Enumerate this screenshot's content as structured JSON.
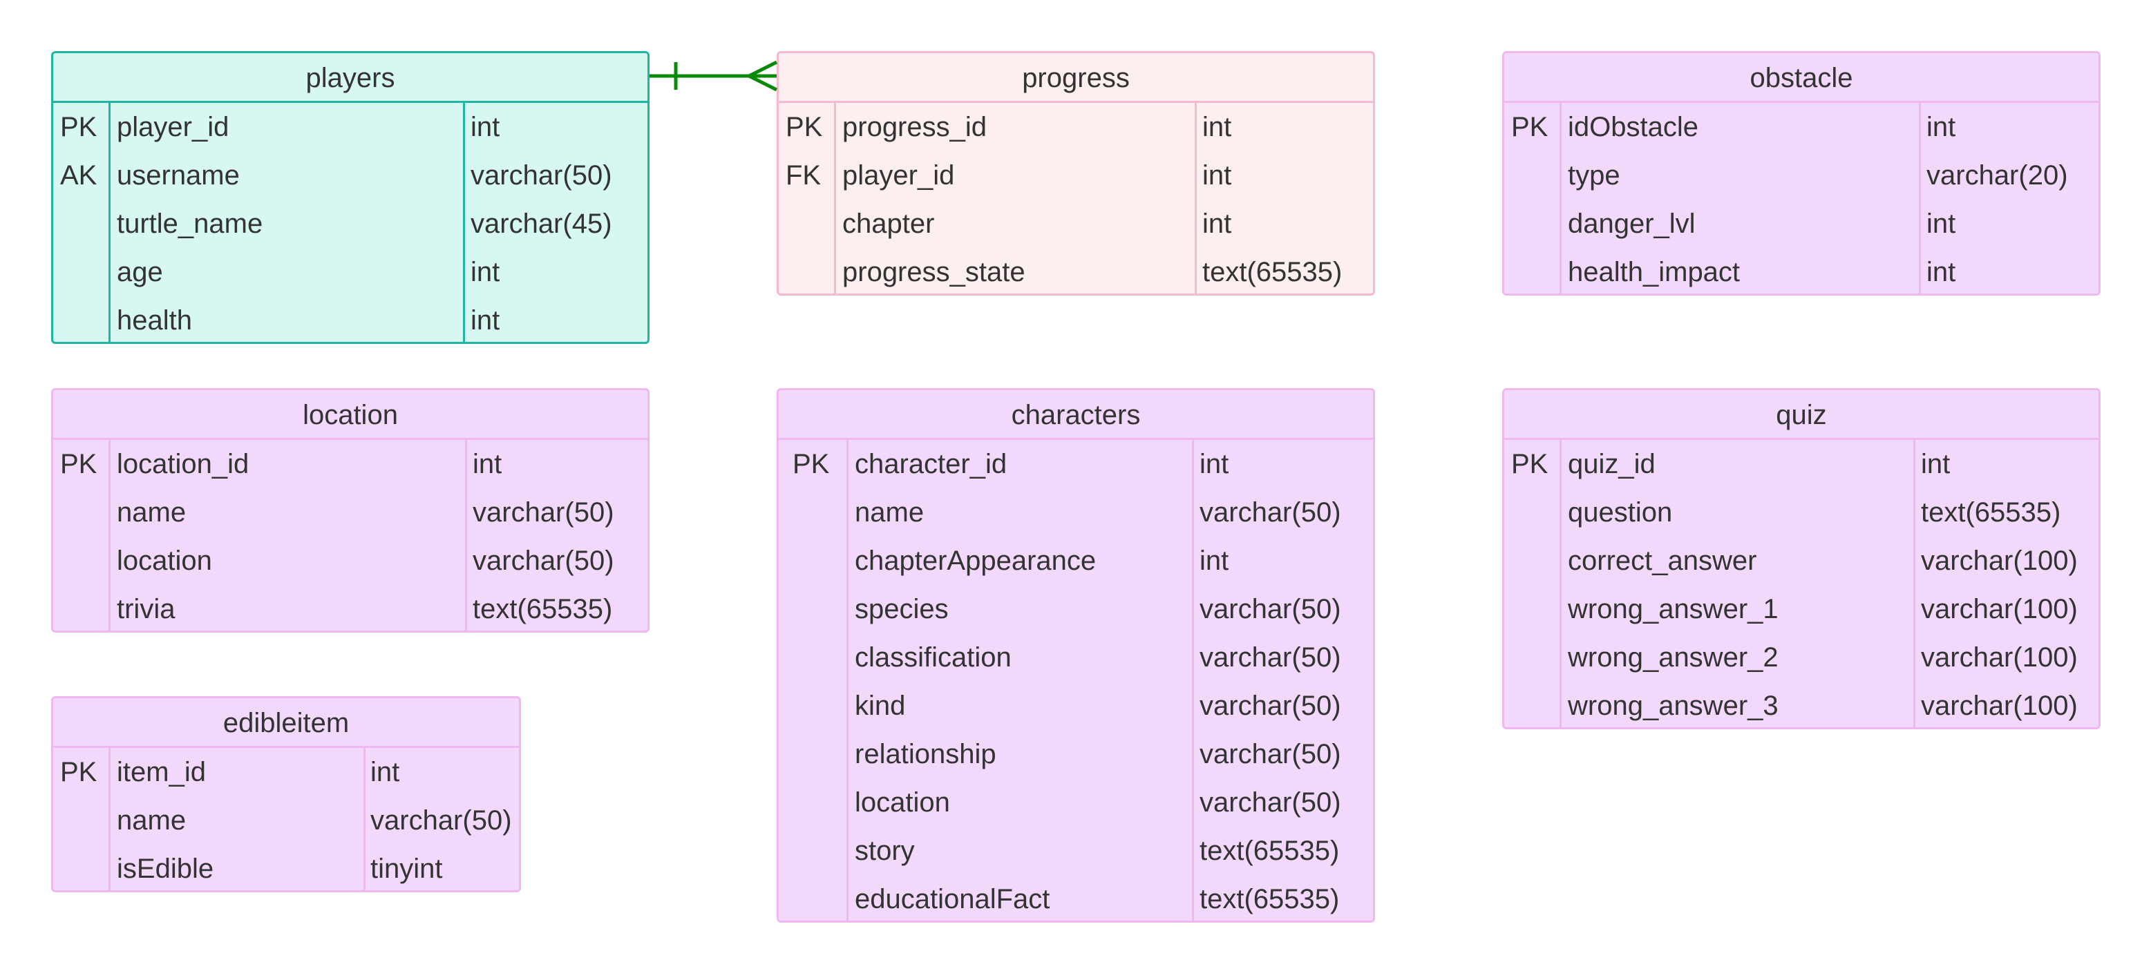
{
  "colors": {
    "default_fill": "#f2d9fb",
    "default_border": "#f0b8f0",
    "players_fill": "#d6f8f1",
    "players_border": "#1eb6a2",
    "progress_fill": "#fdeeef",
    "progress_border": "#f7b9d0",
    "relationship_line": "#0a8a0a"
  },
  "relationships": [
    {
      "from": "players",
      "to": "progress",
      "from_cardinality": "one",
      "to_cardinality": "many"
    }
  ],
  "entities": {
    "players": {
      "title": "players",
      "rows": [
        {
          "key": "PK",
          "name": "player_id",
          "type": "int"
        },
        {
          "key": "AK",
          "name": "username",
          "type": "varchar(50)"
        },
        {
          "key": "",
          "name": "turtle_name",
          "type": "varchar(45)"
        },
        {
          "key": "",
          "name": "age",
          "type": "int"
        },
        {
          "key": "",
          "name": "health",
          "type": "int"
        }
      ]
    },
    "progress": {
      "title": "progress",
      "rows": [
        {
          "key": "PK",
          "name": "progress_id",
          "type": "int"
        },
        {
          "key": "FK",
          "name": "player_id",
          "type": "int"
        },
        {
          "key": "",
          "name": "chapter",
          "type": "int"
        },
        {
          "key": "",
          "name": "progress_state",
          "type": "text(65535)"
        }
      ]
    },
    "obstacle": {
      "title": "obstacle",
      "rows": [
        {
          "key": "PK",
          "name": "idObstacle",
          "type": "int"
        },
        {
          "key": "",
          "name": "type",
          "type": "varchar(20)"
        },
        {
          "key": "",
          "name": "danger_lvl",
          "type": "int"
        },
        {
          "key": "",
          "name": "health_impact",
          "type": "int"
        }
      ]
    },
    "location": {
      "title": "location",
      "rows": [
        {
          "key": "PK",
          "name": "location_id",
          "type": "int"
        },
        {
          "key": "",
          "name": "name",
          "type": "varchar(50)"
        },
        {
          "key": "",
          "name": "location",
          "type": "varchar(50)"
        },
        {
          "key": "",
          "name": "trivia",
          "type": "text(65535)"
        }
      ]
    },
    "characters": {
      "title": "characters",
      "rows": [
        {
          "key": "PK",
          "name": "character_id",
          "type": "int"
        },
        {
          "key": "",
          "name": "name",
          "type": "varchar(50)"
        },
        {
          "key": "",
          "name": "chapterAppearance",
          "type": "int"
        },
        {
          "key": "",
          "name": "species",
          "type": "varchar(50)"
        },
        {
          "key": "",
          "name": "classification",
          "type": "varchar(50)"
        },
        {
          "key": "",
          "name": "kind",
          "type": "varchar(50)"
        },
        {
          "key": "",
          "name": "relationship",
          "type": "varchar(50)"
        },
        {
          "key": "",
          "name": "location",
          "type": "varchar(50)"
        },
        {
          "key": "",
          "name": "story",
          "type": "text(65535)"
        },
        {
          "key": "",
          "name": "educationalFact",
          "type": "text(65535)"
        }
      ]
    },
    "quiz": {
      "title": "quiz",
      "rows": [
        {
          "key": "PK",
          "name": "quiz_id",
          "type": "int"
        },
        {
          "key": "",
          "name": "question",
          "type": "text(65535)"
        },
        {
          "key": "",
          "name": "correct_answer",
          "type": "varchar(100)"
        },
        {
          "key": "",
          "name": "wrong_answer_1",
          "type": "varchar(100)"
        },
        {
          "key": "",
          "name": "wrong_answer_2",
          "type": "varchar(100)"
        },
        {
          "key": "",
          "name": "wrong_answer_3",
          "type": "varchar(100)"
        }
      ]
    },
    "edibleitem": {
      "title": "edibleitem",
      "rows": [
        {
          "key": "PK",
          "name": "item_id",
          "type": "int"
        },
        {
          "key": "",
          "name": "name",
          "type": "varchar(50)"
        },
        {
          "key": "",
          "name": "isEdible",
          "type": "tinyint"
        }
      ]
    }
  }
}
